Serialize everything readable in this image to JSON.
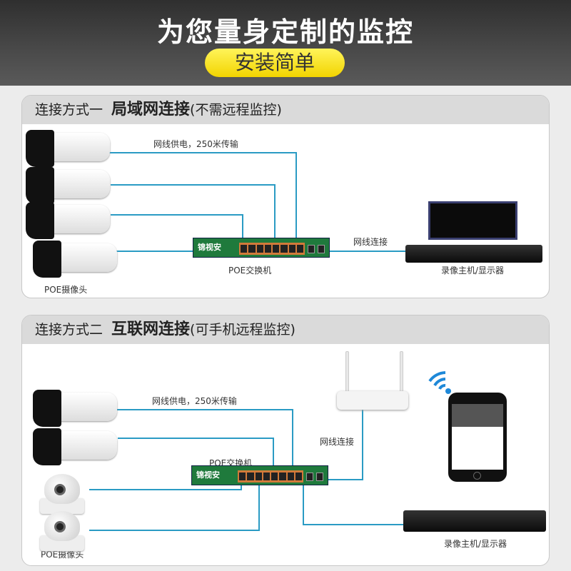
{
  "header": {
    "title": "为您量身定制的监控",
    "badge": "安装简单"
  },
  "colors": {
    "cable": "#2a9bc4",
    "badge": "#f5dc10",
    "header_bg": "#3a3a3a",
    "switch": "#1f7a3c"
  },
  "method1": {
    "prefix": "连接方式一",
    "title": "局域网连接",
    "note": "(不需远程监控)",
    "cable_label": "网线供电，250米传输",
    "link_label": "网线连接",
    "switch_label": "POE交换机",
    "switch_brand": "锦视安",
    "recorder_label": "录像主机/显示器",
    "camera_label": "POE摄像头"
  },
  "method2": {
    "prefix": "连接方式二",
    "title": "互联网连接",
    "note": "(可手机远程监控)",
    "cable_label": "网线供电，250米传输",
    "link_label": "网线连接",
    "switch_label": "POE交换机",
    "switch_brand": "锦视安",
    "recorder_label": "录像主机/显示器",
    "camera_label": "POE摄像头"
  }
}
